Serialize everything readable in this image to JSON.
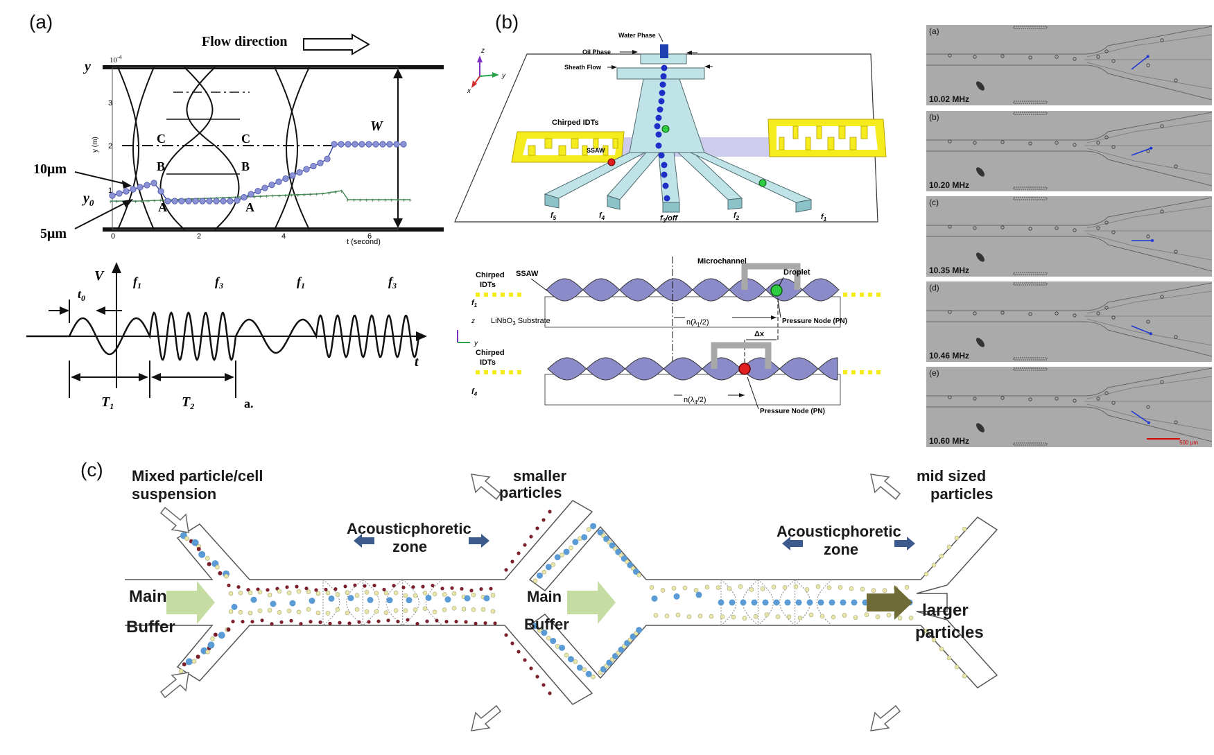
{
  "labels": {
    "a": "(a)",
    "b": "(b)",
    "c": "(c)"
  },
  "panel_a": {
    "flow_direction": "Flow direction",
    "y_axis": "y",
    "y_exp": "10",
    "y_exp_power": "-4",
    "y_unit": "y (m)",
    "y0": "y",
    "y0_sub": "0",
    "w": "W",
    "t_label": "t (second)",
    "ticks_x": [
      "0",
      "2",
      "4",
      "6"
    ],
    "ticks_y": [
      "1",
      "2",
      "3"
    ],
    "label_10um": "10μm",
    "label_5um": "5μm",
    "c_label": "C",
    "b_label": "B",
    "a_label": "A",
    "v_axis": "V",
    "t_axis": "t",
    "t0": "t",
    "t0_sub": "0",
    "f1": "f",
    "f1_sub": "1",
    "f3": "f",
    "f3_sub": "3",
    "T1": "T",
    "T1_sub": "1",
    "T2": "T",
    "T2_sub": "2",
    "a_dot": "a."
  },
  "panel_b": {
    "axis_z": "z",
    "axis_y": "y",
    "axis_x": "x",
    "water_phase": "Water Phase",
    "oil_phase": "Oil Phase",
    "sheath_flow": "Sheath Flow",
    "chirped_idts": "Chirped IDTs",
    "ssaw": "SSAW",
    "outlet_f5": "f",
    "outlet_f5_sub": "5",
    "outlet_f4": "f",
    "outlet_f4_sub": "4",
    "outlet_f3": "f",
    "outlet_f3_sub": "3",
    "outlet_f3_suffix": "/off",
    "outlet_f2": "f",
    "outlet_f2_sub": "2",
    "outlet_f1": "f",
    "outlet_f1_sub": "1",
    "cs_chirped_idts_1": "Chirped",
    "cs_chirped_idts_2": "IDTs",
    "cs_ssaw": "SSAW",
    "cs_microchannel": "Microchannel",
    "cs_droplet": "Droplet",
    "cs_substrate": "LiNbO",
    "cs_substrate_sub": "3",
    "cs_substrate_suffix": " Substrate",
    "cs_n1": "n(λ",
    "cs_n1_sub": "1",
    "cs_n1_suffix": "/2)",
    "cs_n4": "n(λ",
    "cs_n4_sub": "4",
    "cs_n4_suffix": "/2)",
    "cs_dx": "Δx",
    "cs_pn": "Pressure Node (PN)",
    "cs_f1": "f",
    "cs_f1_sub": "1",
    "cs_f4": "f",
    "cs_f4_sub": "4",
    "cs_z": "z",
    "cs_y": "y"
  },
  "micrographs": [
    {
      "tag": "(a)",
      "freq": "10.02 MHz"
    },
    {
      "tag": "(b)",
      "freq": "10.20 MHz"
    },
    {
      "tag": "(c)",
      "freq": "10.35 MHz"
    },
    {
      "tag": "(d)",
      "freq": "10.46 MHz"
    },
    {
      "tag": "(e)",
      "freq": "10.60 MHz"
    }
  ],
  "micro_scale": "500 μm",
  "panel_c": {
    "mixed_1": "Mixed particle/cell",
    "mixed_2": "suspension",
    "smaller_1": "smaller",
    "smaller_2": "particles",
    "mid_1": "mid sized",
    "mid_2": "particles",
    "zone1_1": "Acousticphoretic",
    "zone1_2": "zone",
    "zone2_1": "Acousticphoretic",
    "zone2_2": "zone",
    "main_buffer_1a": "Main",
    "main_buffer_1b": "Buffer",
    "main_buffer_2a": "Main",
    "main_buffer_2b": "Buffer",
    "larger_1": "larger",
    "larger_2": "particles"
  },
  "colors": {
    "blue_dot": "#5b9bd5",
    "yellow_dot": "#e8e6a8",
    "maroon_dot": "#7a1f2b",
    "arrow_green": "#c5dca2",
    "arrow_olive": "#6f6b36",
    "arrow_navy": "#3d5a8c",
    "idt_yellow": "#f4ec1c",
    "channel_cyan": "#bfe3e6",
    "ssaw_purple": "#8a8bc8"
  }
}
